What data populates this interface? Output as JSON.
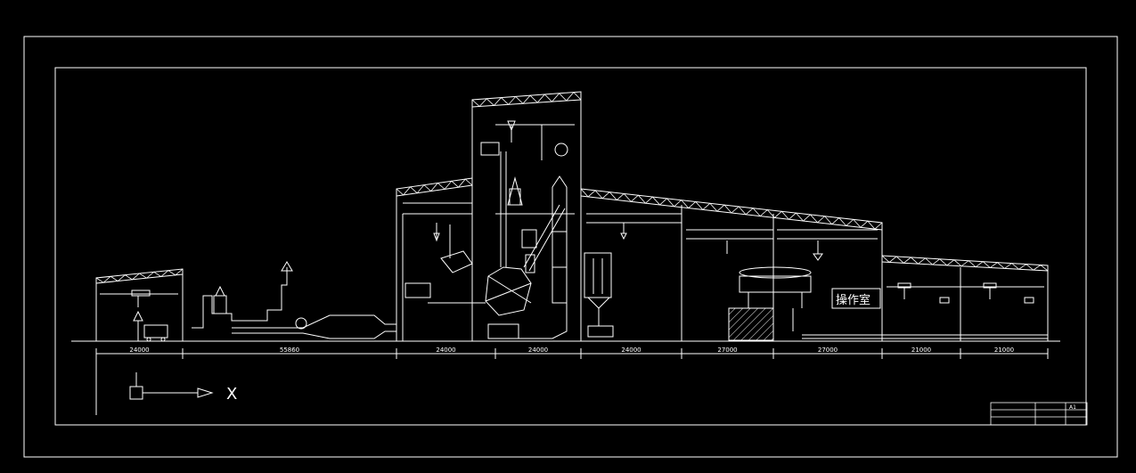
{
  "colors": {
    "background": "#000000",
    "line": "#ffffff",
    "hatch": "#ffffff"
  },
  "bays": [
    {
      "dimension": "24000",
      "name": ""
    },
    {
      "dimension": "55860",
      "name": ""
    },
    {
      "dimension": "24000",
      "name": ""
    },
    {
      "dimension": "24000",
      "name": ""
    },
    {
      "dimension": "24000",
      "name": ""
    },
    {
      "dimension": "27000",
      "name": ""
    },
    {
      "dimension": "27000",
      "name": ""
    },
    {
      "dimension": "21000",
      "name": ""
    },
    {
      "dimension": "21000",
      "name": ""
    }
  ],
  "labels": {
    "operator_room": "操作室",
    "axis_x": "X"
  },
  "title_block": {
    "title": "",
    "sheet": "A1"
  }
}
